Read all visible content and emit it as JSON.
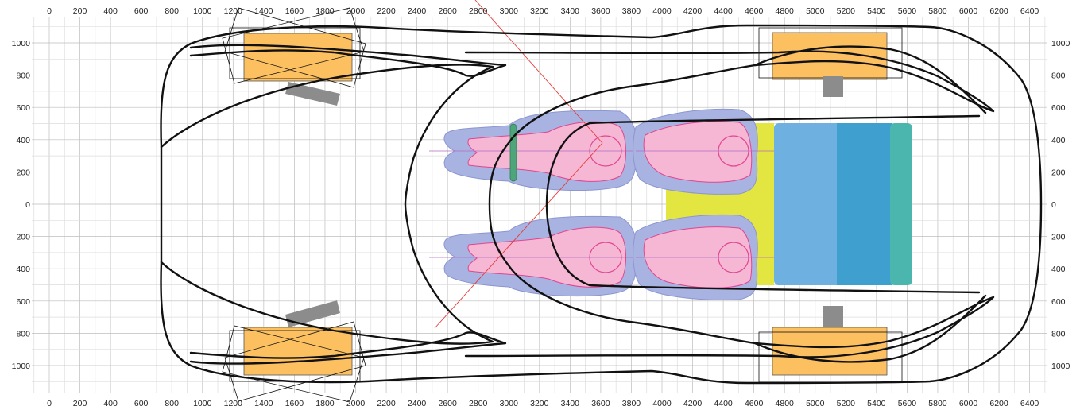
{
  "x_axis": {
    "labels": [
      "0",
      "200",
      "400",
      "600",
      "800",
      "1000",
      "1200",
      "1400",
      "1600",
      "1800",
      "2000",
      "2200",
      "2400",
      "2600",
      "2800",
      "3000",
      "3200",
      "3400",
      "3600",
      "3800",
      "4000",
      "4200",
      "4400",
      "4600",
      "4800",
      "5000",
      "5200",
      "5400",
      "5600",
      "5800",
      "6000",
      "6200",
      "6400"
    ]
  },
  "y_axis": {
    "labels": [
      "1000",
      "800",
      "600",
      "400",
      "200",
      "0",
      "200",
      "400",
      "600",
      "800",
      "1000"
    ]
  },
  "colors": {
    "grid_minor": "#dddddd",
    "grid_major": "#bdbdbd",
    "wheel": "#fcc060",
    "strut": "#8c8c8c",
    "occupant_outline": "#a9b3e2",
    "occupant_body": "#f6b7d5",
    "occupant_line": "#e0468f",
    "seat_yellow": "#e3e540",
    "battery_light_blue": "#6eb0e0",
    "battery_blue": "#3f9fcf",
    "battery_teal": "#4bb6ae",
    "steering_bar": "#4fa57a",
    "guide_line": "#e53935",
    "body_outline": "#111111"
  }
}
